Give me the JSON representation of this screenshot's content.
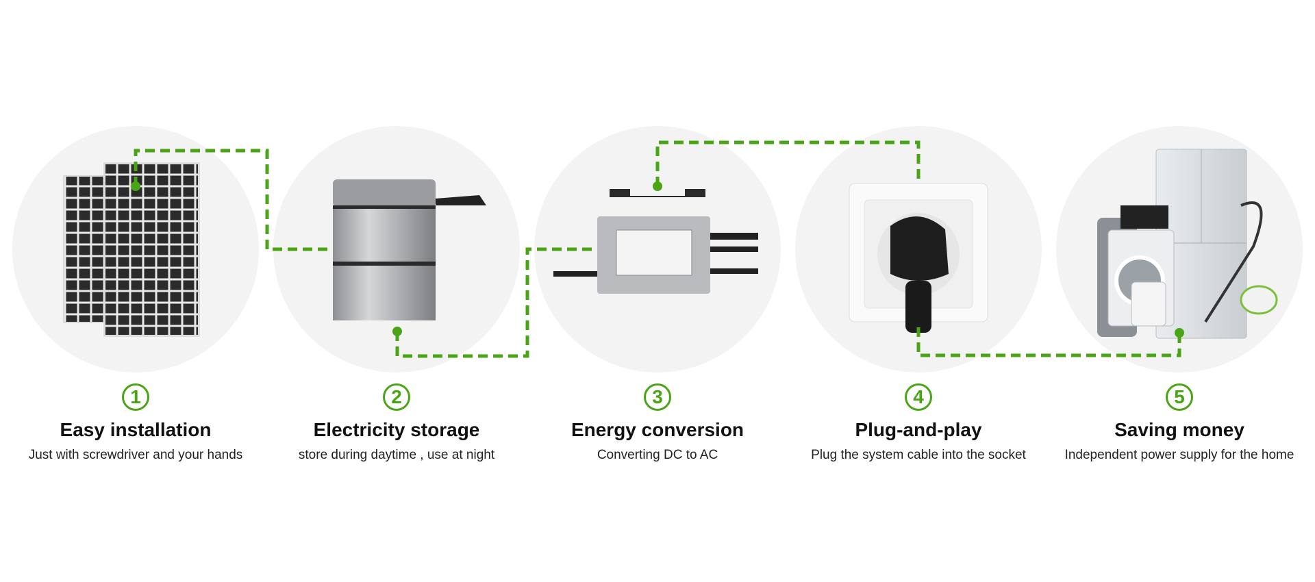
{
  "accent_color": "#4aa516",
  "steps": [
    {
      "number": "1",
      "title": "Easy installation",
      "subtitle": "Just with screwdriver and your hands",
      "image": "solar-panels"
    },
    {
      "number": "2",
      "title": "Electricity storage",
      "subtitle": "store during daytime , use at night",
      "image": "battery"
    },
    {
      "number": "3",
      "title": "Energy conversion",
      "subtitle": "Converting DC to AC",
      "image": "micro-inverter"
    },
    {
      "number": "4",
      "title": "Plug-and-play",
      "subtitle": "Plug the system cable into the socket",
      "image": "wall-socket"
    },
    {
      "number": "5",
      "title": "Saving money",
      "subtitle": "Independent power supply for the home",
      "image": "home-appliances"
    }
  ]
}
